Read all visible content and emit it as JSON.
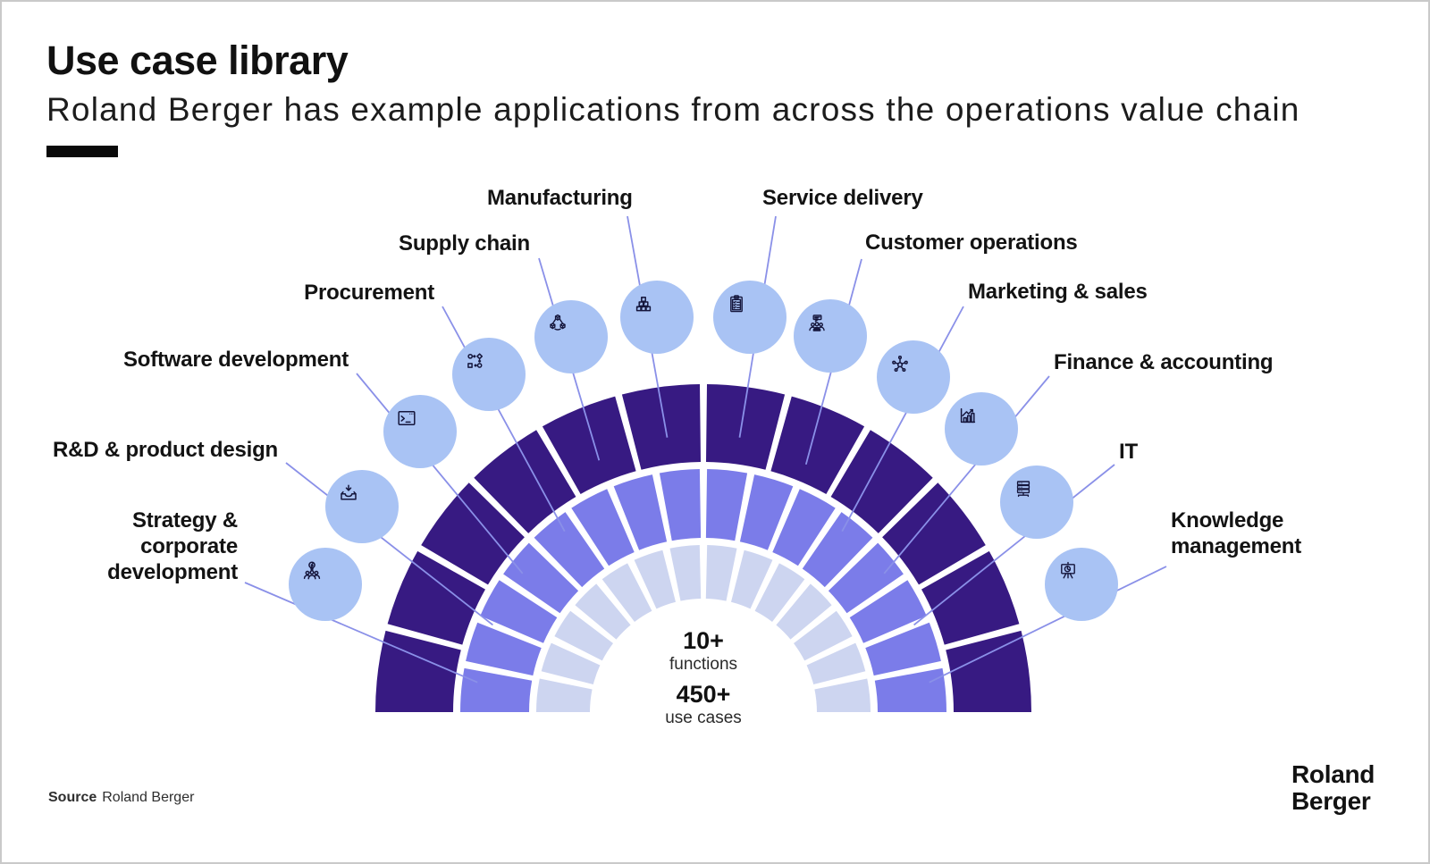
{
  "header": {
    "title": "Use case library",
    "subtitle": "Roland Berger has example applications from across the operations value chain"
  },
  "center": {
    "functions_value": "10+",
    "functions_label": "functions",
    "usecases_value": "450+",
    "usecases_label": "use cases"
  },
  "functions": [
    {
      "label": "Strategy &\ncorporate\ndevelopment",
      "icon": "strategy-people-bulb-icon"
    },
    {
      "label": "R&D & product design",
      "icon": "rnd-inbox-icon"
    },
    {
      "label": "Software development",
      "icon": "terminal-window-icon"
    },
    {
      "label": "Procurement",
      "icon": "flowchart-icon"
    },
    {
      "label": "Supply chain",
      "icon": "linked-cubes-icon"
    },
    {
      "label": "Manufacturing",
      "icon": "stacked-boxes-icon"
    },
    {
      "label": "Service delivery",
      "icon": "checklist-clipboard-icon"
    },
    {
      "label": "Customer operations",
      "icon": "people-speech-bubble-icon"
    },
    {
      "label": "Marketing & sales",
      "icon": "network-hub-icon"
    },
    {
      "label": "Finance & accounting",
      "icon": "growth-bar-chart-icon"
    },
    {
      "label": "IT",
      "icon": "server-stack-icon"
    },
    {
      "label": "Knowledge\nmanagement",
      "icon": "presentation-pie-board-icon"
    }
  ],
  "footer": {
    "source_label": "Source",
    "source_value": "Roland Berger",
    "logo_line1": "Roland",
    "logo_line2": "Berger"
  },
  "colors": {
    "ring_outer": "#371a82",
    "ring_middle": "#7b7ce9",
    "ring_inner": "#cdd5f0",
    "icon_circle": "#a9c3f4",
    "leader_line": "#8a90e8",
    "icon_stroke": "#15163c"
  }
}
